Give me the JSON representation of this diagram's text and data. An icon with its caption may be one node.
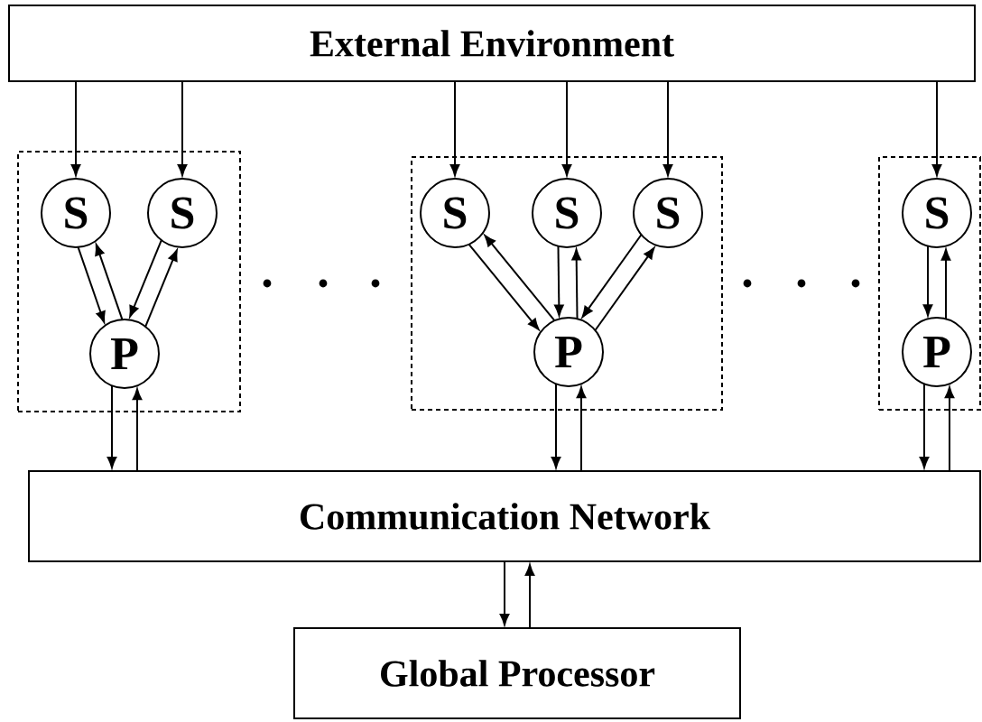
{
  "diagram": {
    "nodes": [
      {
        "text": [
          "External Environment"
        ]
      },
      {
        "text": [],
        "shape": "box"
      },
      {
        "text": [
          "S"
        ],
        "in": 1
      },
      {
        "text": [
          "S"
        ],
        "in": 1
      },
      {
        "text": [
          "P"
        ],
        "in": 1
      },
      {
        "text": [],
        "shape": "box"
      },
      {
        "text": [
          "S"
        ],
        "in": 5
      },
      {
        "text": [
          "S"
        ],
        "in": 5
      },
      {
        "text": [
          "S"
        ],
        "in": 5
      },
      {
        "text": [
          "P"
        ],
        "in": 5
      },
      {
        "text": [],
        "shape": "box"
      },
      {
        "text": [
          "S"
        ],
        "in": 10
      },
      {
        "text": [
          "P"
        ],
        "in": 10
      },
      {
        "text": [
          "Communication Network"
        ]
      },
      {
        "text": [
          "Global Processor"
        ]
      }
    ],
    "edges": [
      {
        "from": 0,
        "to": 2,
        "arrow": "to"
      },
      {
        "from": 0,
        "to": 3,
        "arrow": "to"
      },
      {
        "from": 0,
        "to": 6,
        "arrow": "to"
      },
      {
        "from": 0,
        "to": 7,
        "arrow": "to"
      },
      {
        "from": 0,
        "to": 8,
        "arrow": "to"
      },
      {
        "from": 0,
        "to": 11,
        "arrow": "to"
      },
      {
        "from": 2,
        "to": 4,
        "arrow": "to"
      },
      {
        "from": 4,
        "to": 2,
        "arrow": "to"
      },
      {
        "from": 3,
        "to": 4,
        "arrow": "to"
      },
      {
        "from": 4,
        "to": 3,
        "arrow": "to"
      },
      {
        "from": 6,
        "to": 9,
        "arrow": "to"
      },
      {
        "from": 9,
        "to": 6,
        "arrow": "to"
      },
      {
        "from": 7,
        "to": 9,
        "arrow": "to"
      },
      {
        "from": 9,
        "to": 7,
        "arrow": "to"
      },
      {
        "from": 8,
        "to": 9,
        "arrow": "to"
      },
      {
        "from": 9,
        "to": 8,
        "arrow": "to"
      },
      {
        "from": 11,
        "to": 12,
        "arrow": "to"
      },
      {
        "from": 12,
        "to": 11,
        "arrow": "to"
      },
      {
        "from": 4,
        "to": 13,
        "arrow": "to"
      },
      {
        "from": 13,
        "to": 4,
        "arrow": "to"
      },
      {
        "from": 9,
        "to": 13,
        "arrow": "to"
      },
      {
        "from": 13,
        "to": 9,
        "arrow": "to"
      },
      {
        "from": 12,
        "to": 13,
        "arrow": "to"
      },
      {
        "from": 13,
        "to": 12,
        "arrow": "to"
      },
      {
        "from": 13,
        "to": 14,
        "arrow": "to"
      },
      {
        "from": 14,
        "to": 13,
        "arrow": "to"
      }
    ]
  }
}
